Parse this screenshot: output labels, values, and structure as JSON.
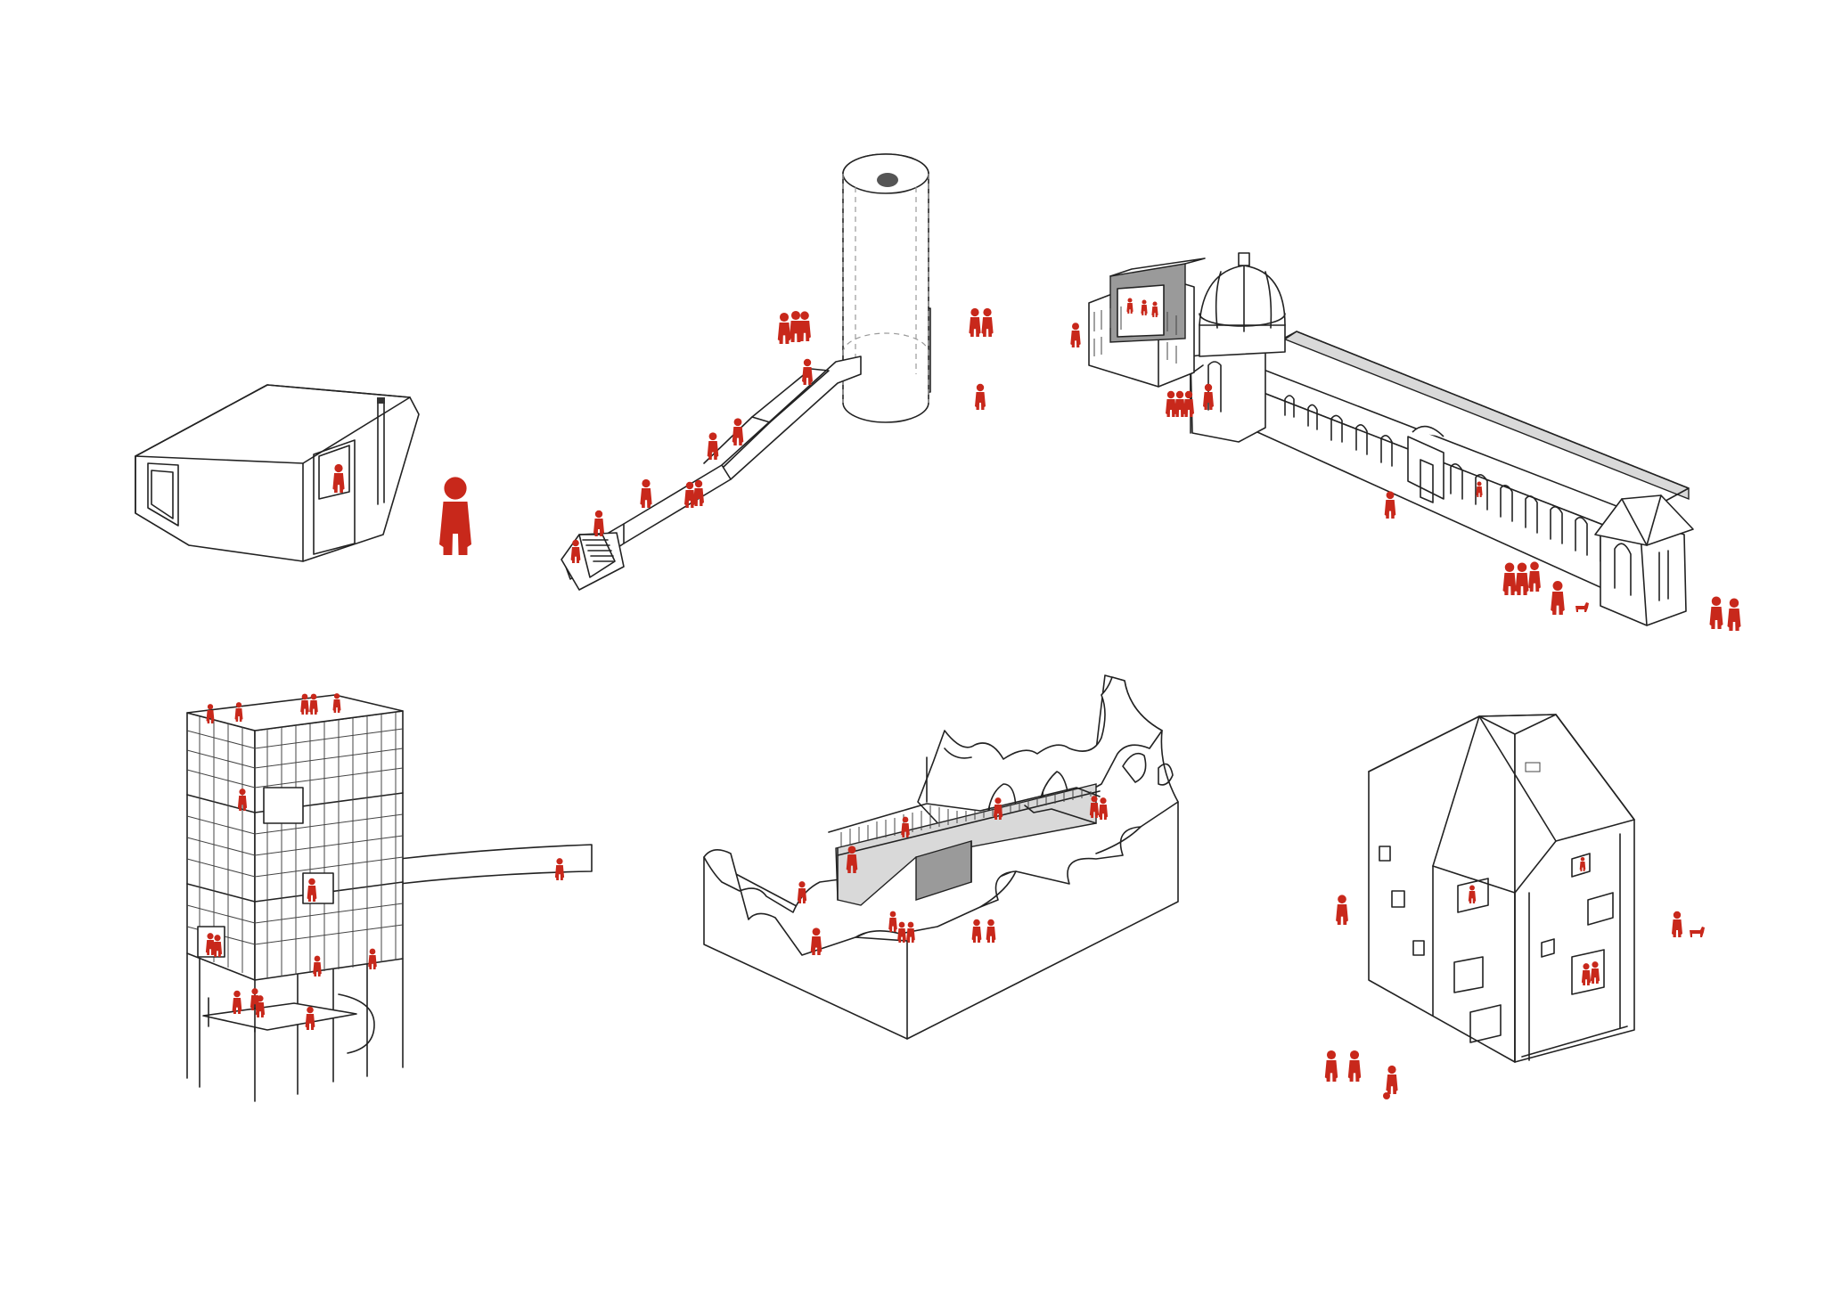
{
  "colors": {
    "background": "#ffffff",
    "line": "#222222",
    "figure": "#c8281b",
    "shade": "#9a9a9a"
  },
  "drawings": [
    {
      "name": "small-angular-cabin",
      "figures": 2
    },
    {
      "name": "cylinder-tower-with-ramp",
      "figures": 14
    },
    {
      "name": "domed-arcade-building",
      "figures": 17
    },
    {
      "name": "lattice-tower-on-stilts",
      "figures": 16
    },
    {
      "name": "ruin-wall-with-walkway",
      "figures": 12
    },
    {
      "name": "twin-gable-house",
      "figures": 10
    }
  ]
}
